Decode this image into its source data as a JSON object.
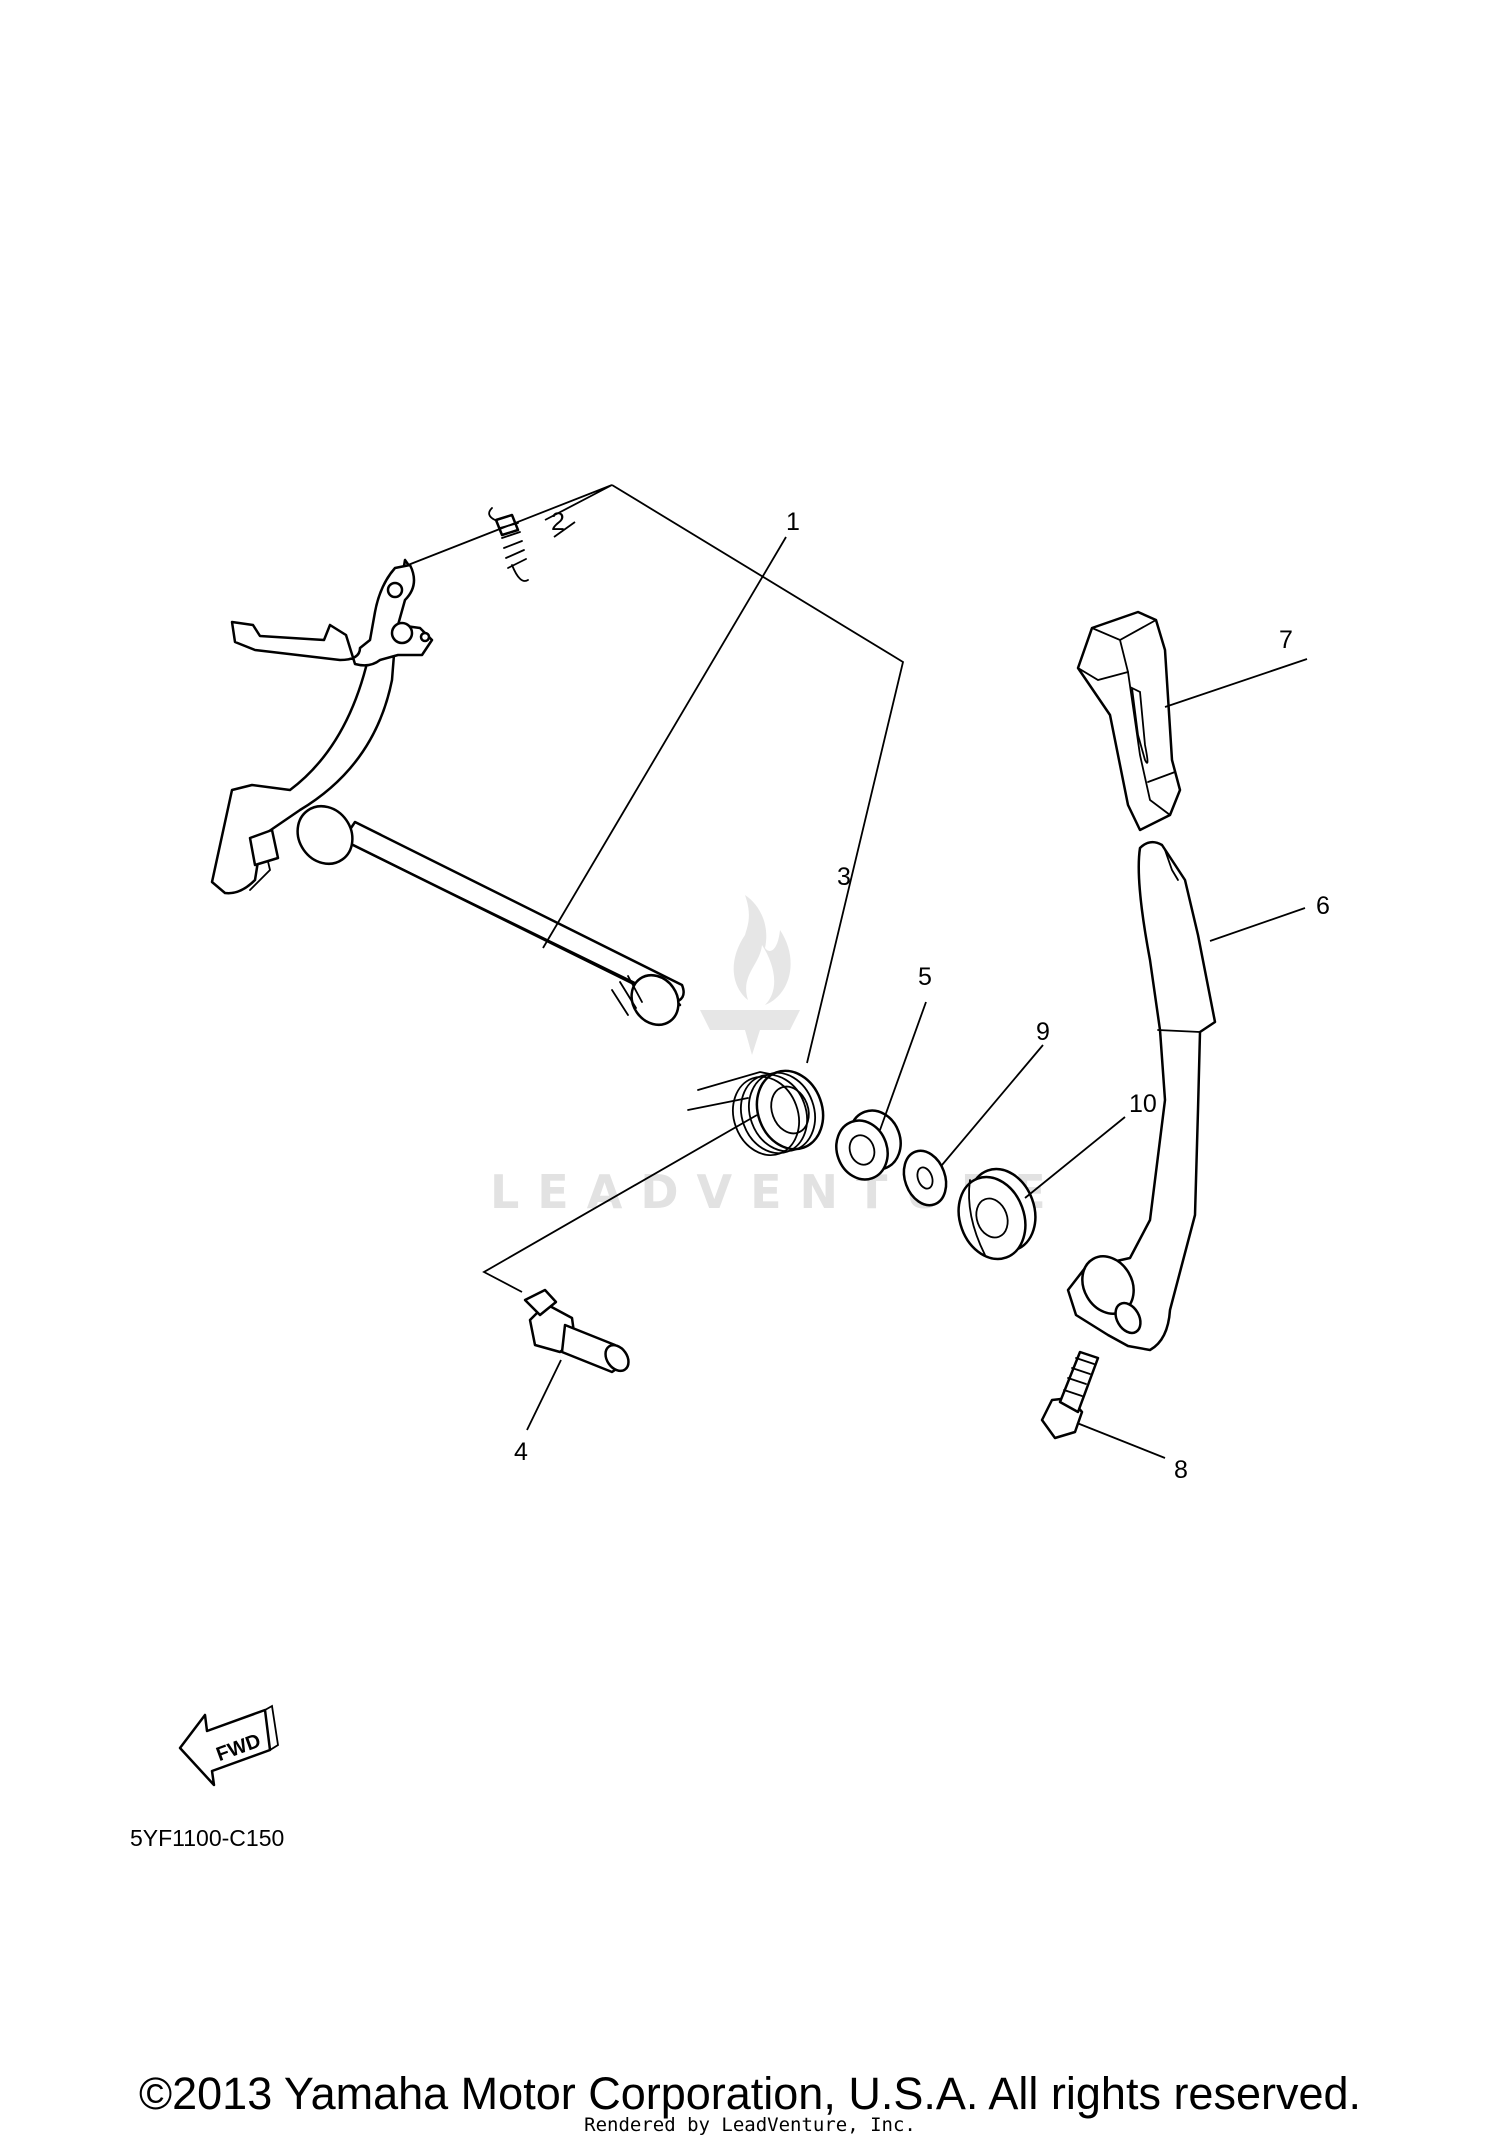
{
  "diagram_code": "5YF1100-C150",
  "copyright": "©2013 Yamaha Motor Corporation, U.S.A. All rights reserved.",
  "rendered_by": "Rendered by LeadVenture, Inc.",
  "watermark_text": "LEADVENTURE",
  "fwd_label": "FWD",
  "callouts": [
    "1",
    "2",
    "3",
    "4",
    "5",
    "6",
    "7",
    "8",
    "9",
    "10"
  ]
}
